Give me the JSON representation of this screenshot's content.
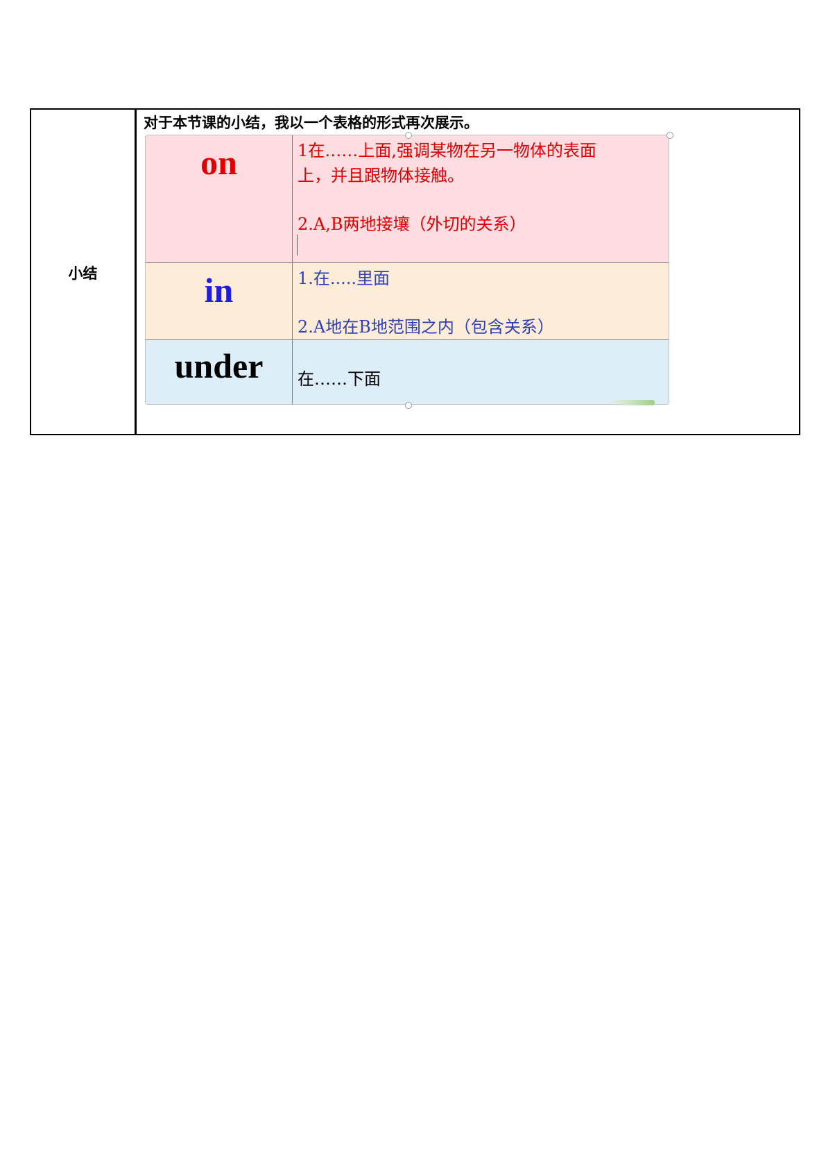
{
  "section": {
    "label": "小结",
    "intro": "对于本节课的小结，我以一个表格的形式再次展示。"
  },
  "summary_table": {
    "rows": [
      {
        "word": "on",
        "word_color": "#e10000",
        "lines": [
          "1在……上面,强调某物在另一物体的表面",
          "上，并且跟物体接触。",
          "2.A,B两地接壤（外切的关系）"
        ]
      },
      {
        "word": "in",
        "word_color": "#1f1fd6",
        "lines": [
          "1.在.....里面",
          "2.A地在B地范围之内（包含关系）"
        ]
      },
      {
        "word": "under",
        "word_color": "#000000",
        "lines": [
          "在……下面"
        ]
      }
    ]
  }
}
